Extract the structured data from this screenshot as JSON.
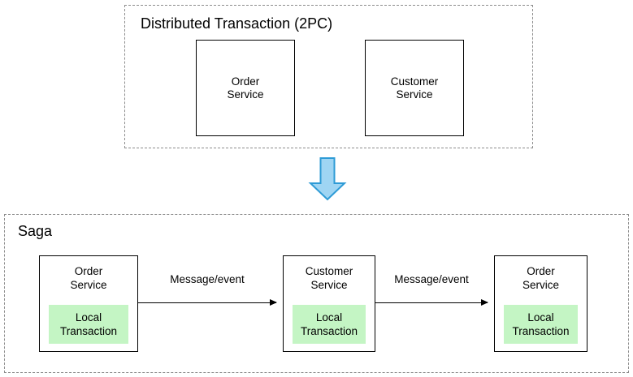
{
  "diagram": {
    "title_top": "Distributed Transaction (2PC)",
    "title_bottom": "Saga",
    "colors": {
      "local_transaction_fill": "#C4F5C4",
      "flow_arrow_fill": "#9FD5F3",
      "flow_arrow_stroke": "#2E9BD6",
      "box_stroke": "#000000",
      "group_stroke": "#8C8C8C"
    },
    "top_section": {
      "label": "Distributed Transaction (2PC)",
      "boxes": [
        {
          "name": "order-service",
          "label": "Order\nService"
        },
        {
          "name": "customer-service",
          "label": "Customer\nService"
        }
      ]
    },
    "flow_arrow": {
      "name": "down-arrow-icon",
      "direction": "down"
    },
    "bottom_section": {
      "label": "Saga",
      "boxes": [
        {
          "name": "order-service",
          "label": "Order\nService",
          "local_transaction": "Local\nTransaction"
        },
        {
          "name": "customer-service",
          "label": "Customer\nService",
          "local_transaction": "Local\nTransaction"
        },
        {
          "name": "order-service-2",
          "label": "Order\nService",
          "local_transaction": "Local\nTransaction"
        }
      ],
      "arrows": [
        {
          "name": "message-event-arrow-1",
          "label": "Message/event"
        },
        {
          "name": "message-event-arrow-2",
          "label": "Message/event"
        }
      ]
    }
  }
}
